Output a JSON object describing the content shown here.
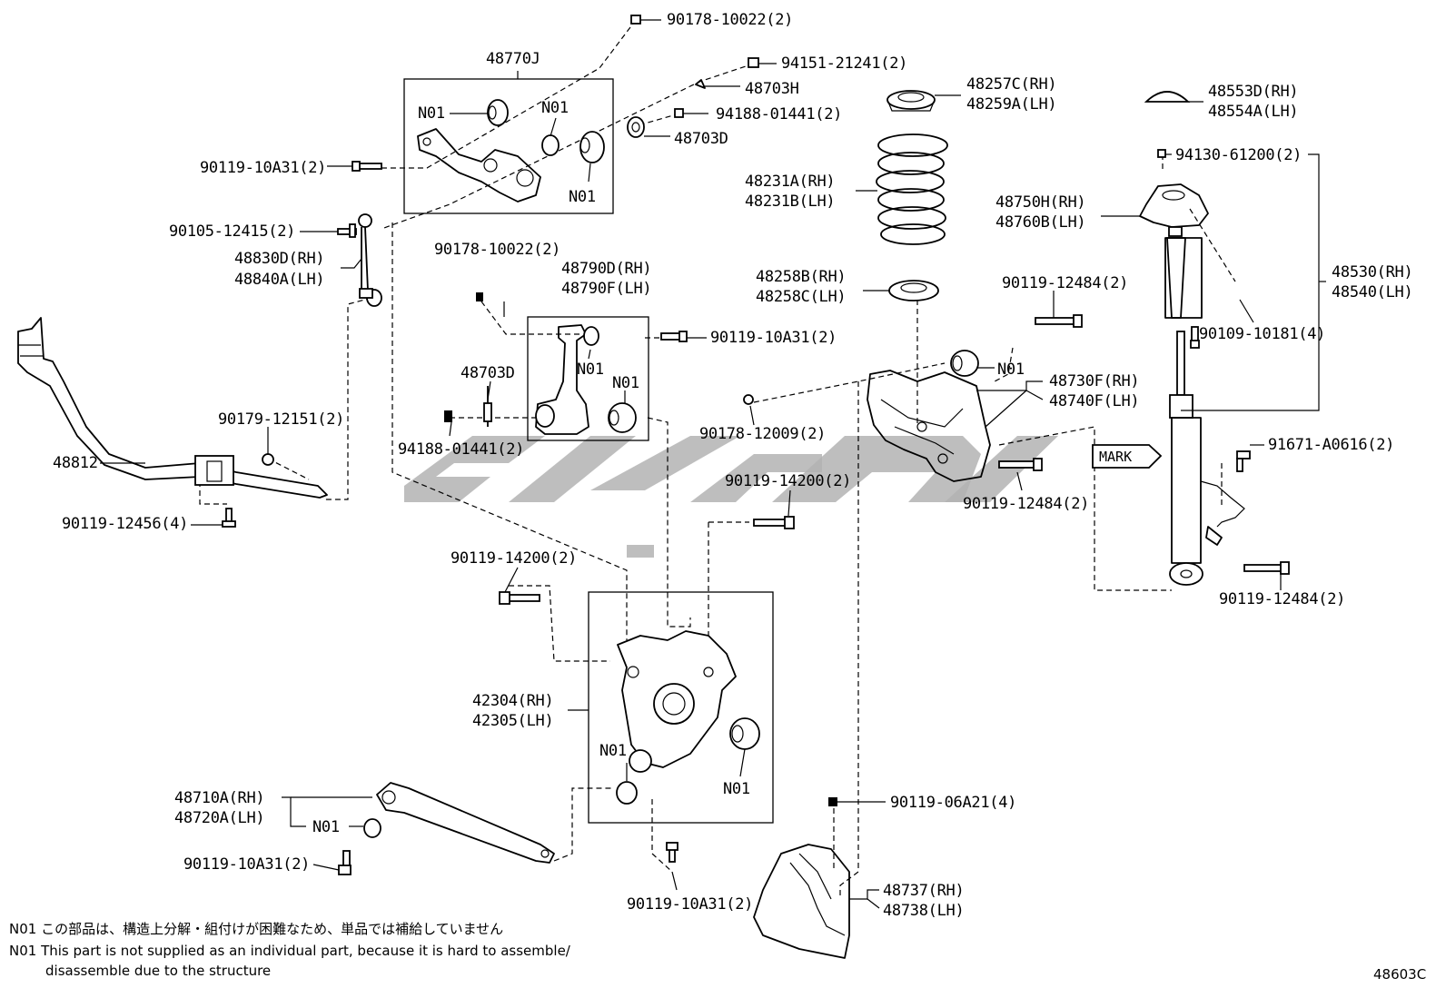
{
  "diagram": {
    "code": "48603C",
    "mark_label": "MARK",
    "labels": [
      {
        "id": "p-90178-10022-top",
        "text": "90178-10022(2)"
      },
      {
        "id": "p-48770J",
        "text": "48770J"
      },
      {
        "id": "p-94151-21241",
        "text": "94151-21241(2)"
      },
      {
        "id": "p-48703H",
        "text": "48703H"
      },
      {
        "id": "p-94188-01441-top",
        "text": "94188-01441(2)"
      },
      {
        "id": "p-48703D-top",
        "text": "48703D"
      },
      {
        "id": "p-N01-a",
        "text": "N01"
      },
      {
        "id": "p-N01-b",
        "text": "N01"
      },
      {
        "id": "p-N01-c",
        "text": "N01"
      },
      {
        "id": "p-90119-10A31-left",
        "text": "90119-10A31(2)"
      },
      {
        "id": "p-90105-12415",
        "text": "90105-12415(2)"
      },
      {
        "id": "p-48830D",
        "text": "48830D(RH)"
      },
      {
        "id": "p-48840A",
        "text": "48840A(LH)"
      },
      {
        "id": "p-90178-10022-mid",
        "text": "90178-10022(2)"
      },
      {
        "id": "p-48790D",
        "text": "48790D(RH)"
      },
      {
        "id": "p-48790F",
        "text": "48790F(LH)"
      },
      {
        "id": "p-90119-10A31-mid",
        "text": "90119-10A31(2)"
      },
      {
        "id": "p-48703D-mid",
        "text": "48703D"
      },
      {
        "id": "p-N01-d",
        "text": "N01"
      },
      {
        "id": "p-N01-e",
        "text": "N01"
      },
      {
        "id": "p-94188-01441-mid",
        "text": "94188-01441(2)"
      },
      {
        "id": "p-90179-12151",
        "text": "90179-12151(2)"
      },
      {
        "id": "p-48812",
        "text": "48812"
      },
      {
        "id": "p-90119-12456",
        "text": "90119-12456(4)"
      },
      {
        "id": "p-48257C",
        "text": "48257C(RH)"
      },
      {
        "id": "p-48259A",
        "text": "48259A(LH)"
      },
      {
        "id": "p-48231A",
        "text": "48231A(RH)"
      },
      {
        "id": "p-48231B",
        "text": "48231B(LH)"
      },
      {
        "id": "p-48258B",
        "text": "48258B(RH)"
      },
      {
        "id": "p-48258C",
        "text": "48258C(LH)"
      },
      {
        "id": "p-90119-12484-a",
        "text": "90119-12484(2)"
      },
      {
        "id": "p-N01-f",
        "text": "N01"
      },
      {
        "id": "p-48730F",
        "text": "48730F(RH)"
      },
      {
        "id": "p-48740F",
        "text": "48740F(LH)"
      },
      {
        "id": "p-90178-12009",
        "text": "90178-12009(2)"
      },
      {
        "id": "p-90119-14200-a",
        "text": "90119-14200(2)"
      },
      {
        "id": "p-90119-12484-b",
        "text": "90119-12484(2)"
      },
      {
        "id": "p-48553D",
        "text": "48553D(RH)"
      },
      {
        "id": "p-48554A",
        "text": "48554A(LH)"
      },
      {
        "id": "p-94130-61200",
        "text": "94130-61200(2)"
      },
      {
        "id": "p-48750H",
        "text": "48750H(RH)"
      },
      {
        "id": "p-48760B",
        "text": "48760B(LH)"
      },
      {
        "id": "p-48530",
        "text": "48530(RH)"
      },
      {
        "id": "p-48540",
        "text": "48540(LH)"
      },
      {
        "id": "p-90109-10181",
        "text": "90109-10181(4)"
      },
      {
        "id": "p-91671-A0616",
        "text": "91671-A0616(2)"
      },
      {
        "id": "p-90119-12484-c",
        "text": "90119-12484(2)"
      },
      {
        "id": "p-90119-14200-b",
        "text": "90119-14200(2)"
      },
      {
        "id": "p-42304",
        "text": "42304(RH)"
      },
      {
        "id": "p-42305",
        "text": "42305(LH)"
      },
      {
        "id": "p-N01-g",
        "text": "N01"
      },
      {
        "id": "p-N01-h",
        "text": "N01"
      },
      {
        "id": "p-48710A",
        "text": "48710A(RH)"
      },
      {
        "id": "p-48720A",
        "text": "48720A(LH)"
      },
      {
        "id": "p-N01-i",
        "text": "N01"
      },
      {
        "id": "p-90119-10A31-low",
        "text": "90119-10A31(2)"
      },
      {
        "id": "p-90119-06A21",
        "text": "90119-06A21(4)"
      },
      {
        "id": "p-48737",
        "text": "48737(RH)"
      },
      {
        "id": "p-48738",
        "text": "48738(LH)"
      },
      {
        "id": "p-90119-10A31-bot",
        "text": "90119-10A31(2)"
      }
    ],
    "notes": {
      "jp": "N01 この部品は、構造上分解・組付けが困難なため、単品では補給していません",
      "en_line1": "N01 This part is not supplied as an individual part, because it is hard to assemble/",
      "en_line2": "disassemble due to the structure"
    }
  }
}
